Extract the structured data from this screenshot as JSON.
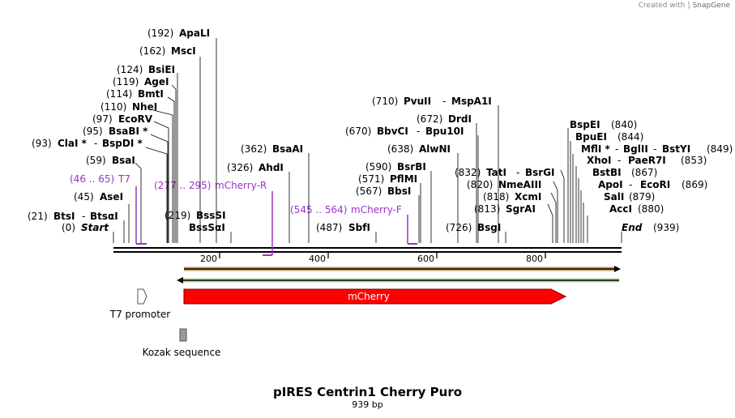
{
  "credit": {
    "prefix": "Created with",
    "brand": "SnapGene"
  },
  "title": "pIRES Centrin1 Cherry Puro",
  "subtitle": "939 bp",
  "sequence_length": 939,
  "ruler_ticks": [
    "200",
    "400",
    "600",
    "800"
  ],
  "ends": {
    "start": "Start",
    "start_pos": "(0)",
    "end": "End",
    "end_pos": "(939)"
  },
  "enzymes": [
    {
      "pos": "(21)",
      "name": "BtsI",
      "extra": "BtsαI"
    },
    {
      "pos": "(45)",
      "name": "AseI"
    },
    {
      "pos": "(59)",
      "name": "BsaI"
    },
    {
      "pos": "(93)",
      "name": "ClaI *",
      "extra": "BspDI *"
    },
    {
      "pos": "(95)",
      "name": "BsaBI *"
    },
    {
      "pos": "(97)",
      "name": "EcoRV"
    },
    {
      "pos": "(110)",
      "name": "NheI"
    },
    {
      "pos": "(114)",
      "name": "BmtI"
    },
    {
      "pos": "(119)",
      "name": "AgeI"
    },
    {
      "pos": "(124)",
      "name": "BsiEI"
    },
    {
      "pos": "(162)",
      "name": "MscI"
    },
    {
      "pos": "(192)",
      "name": "ApaLI"
    },
    {
      "pos": "(219)",
      "name": "BssSI",
      "second": "BssSαI"
    },
    {
      "pos": "(326)",
      "name": "AhdI"
    },
    {
      "pos": "(362)",
      "name": "BsaAI"
    },
    {
      "pos": "(487)",
      "name": "SbfI"
    },
    {
      "pos": "(567)",
      "name": "BbsI"
    },
    {
      "pos": "(571)",
      "name": "PflMI"
    },
    {
      "pos": "(590)",
      "name": "BsrBI"
    },
    {
      "pos": "(638)",
      "name": "AlwNI"
    },
    {
      "pos": "(670)",
      "name": "BbvCI",
      "extra": "Bpu10I"
    },
    {
      "pos": "(672)",
      "name": "DrdI"
    },
    {
      "pos": "(710)",
      "name": "PvuII",
      "extra": "MspA1I"
    },
    {
      "pos": "(726)",
      "name": "BsgI"
    },
    {
      "pos": "(813)",
      "name": "SgrAI"
    },
    {
      "pos": "(818)",
      "name": "XcmI"
    },
    {
      "pos": "(820)",
      "name": "NmeAIII"
    },
    {
      "pos": "(832)",
      "name": "TatI",
      "extra": "BsrGI"
    },
    {
      "pos": "(880)",
      "name": "AccI"
    },
    {
      "pos": "(879)",
      "name": "SalI"
    },
    {
      "pos": "(869)",
      "name": "ApoI",
      "extra": "EcoRI"
    },
    {
      "pos": "(867)",
      "name": "BstBI"
    },
    {
      "pos": "(853)",
      "name": "XhoI",
      "extra": "PaeR7I"
    },
    {
      "pos": "(849)",
      "name": "MflI *",
      "extra": "BglII",
      "extra2": "BstYI"
    },
    {
      "pos": "(844)",
      "name": "BpuEI"
    },
    {
      "pos": "(840)",
      "name": "BspEI"
    }
  ],
  "primers": [
    {
      "range": "(46 .. 65)",
      "name": "T7"
    },
    {
      "range": "(277 .. 295)",
      "name": "mCherry-R"
    },
    {
      "range": "(545 .. 564)",
      "name": "mCherry-F"
    }
  ],
  "features": [
    {
      "name": "T7 promoter",
      "type": "promoter"
    },
    {
      "name": "mCherry",
      "type": "cds",
      "color": "#ff0000"
    },
    {
      "name": "Kozak sequence",
      "type": "misc"
    }
  ],
  "colors": {
    "primer": "#9933cc",
    "top_strand_bar": "#cc8a00",
    "bottom_strand_bar": "#4a8a1a",
    "mcherry": "#ff0000",
    "kozak": "#9a9aa0"
  }
}
